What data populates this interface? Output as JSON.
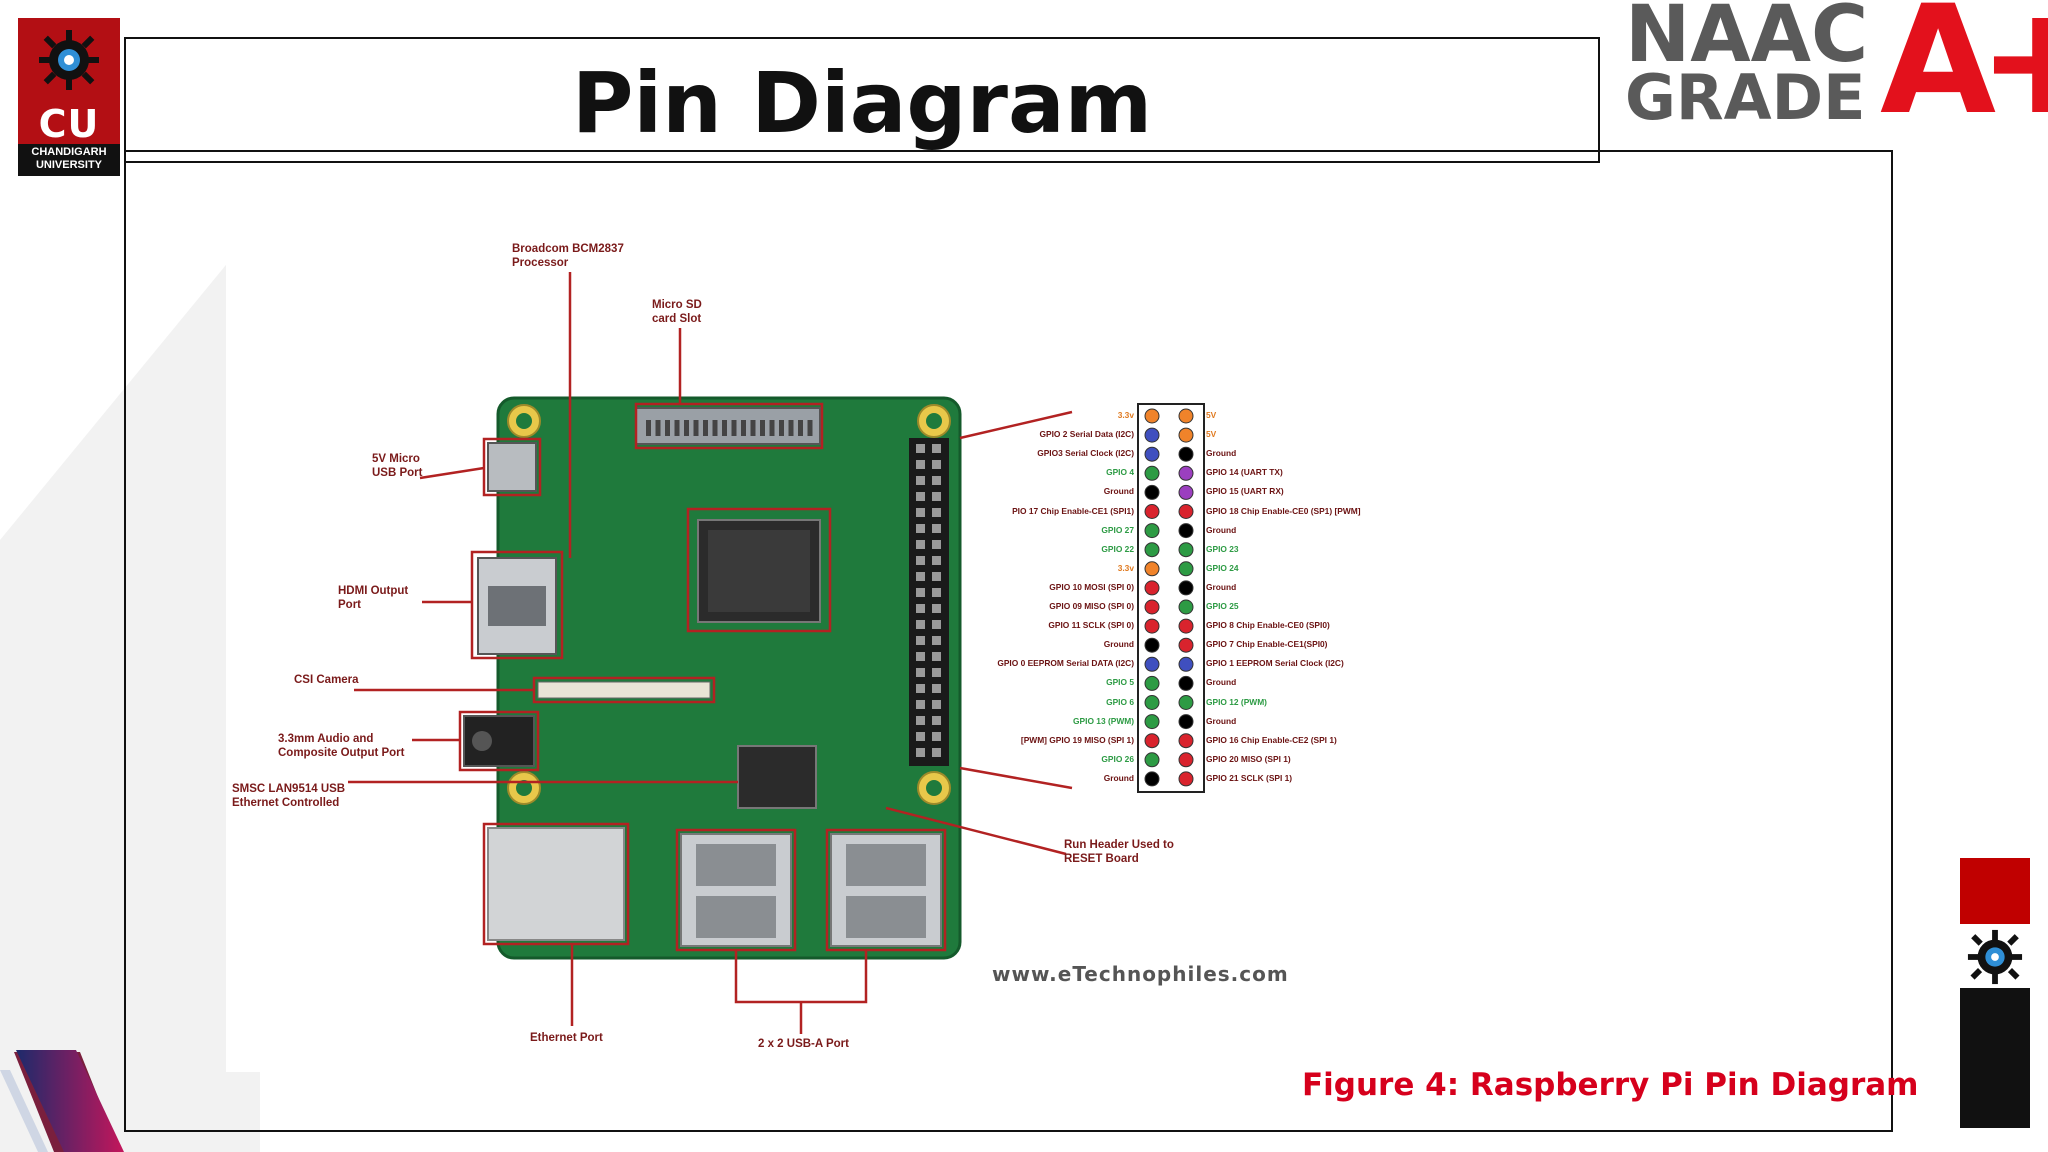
{
  "slide": {
    "title": "Pin Diagram",
    "caption": "Figure 4: Raspberry Pi Pin Diagram"
  },
  "logos": {
    "cu_main": "CU",
    "cu_sub": "CHANDIGARH UNIVERSITY",
    "naac_line1": "NAAC",
    "naac_line2": "GRADE",
    "grade": "A+"
  },
  "diagram": {
    "callouts": {
      "processor": "Broadcom BCM2837 Processor",
      "microsd": "Micro SD card Slot",
      "usb_power": "5V Micro USB Port",
      "hdmi": "HDMI Output Port",
      "csi": "CSI Camera",
      "audio": "3.3mm Audio and Composite Output Port",
      "ethernet_ctrl": "SMSC LAN9514 USB Ethernet Controlled",
      "ethernet_port": "Ethernet Port",
      "usb_ports": "2 x 2 USB-A Port",
      "run_header": "Run Header Used to RESET Board"
    },
    "watermark": "www.eTechnophiles.com",
    "pins_left": [
      {
        "label": "3.3v",
        "color": "#f0832a"
      },
      {
        "label": "GPIO 2 Serial Data (I2C)",
        "color": "#3f4fbf"
      },
      {
        "label": "GPIO3 Serial Clock (I2C)",
        "color": "#3f4fbf"
      },
      {
        "label": "GPIO 4",
        "color": "#2d9b44"
      },
      {
        "label": "Ground",
        "color": "#000000"
      },
      {
        "label": "PIO 17 Chip Enable-CE1 (SPI1)",
        "color": "#d9232d"
      },
      {
        "label": "GPIO 27",
        "color": "#2d9b44"
      },
      {
        "label": "GPIO 22",
        "color": "#2d9b44"
      },
      {
        "label": "3.3v",
        "color": "#f0832a"
      },
      {
        "label": "GPIO 10 MOSI (SPI 0)",
        "color": "#d9232d"
      },
      {
        "label": "GPIO 09 MISO (SPI 0)",
        "color": "#d9232d"
      },
      {
        "label": "GPIO 11 SCLK (SPI 0)",
        "color": "#d9232d"
      },
      {
        "label": "Ground",
        "color": "#000000"
      },
      {
        "label": "GPIO 0 EEPROM Serial DATA (I2C)",
        "color": "#3f4fbf"
      },
      {
        "label": "GPIO 5",
        "color": "#2d9b44"
      },
      {
        "label": "GPIO 6",
        "color": "#2d9b44"
      },
      {
        "label": "GPIO 13 (PWM)",
        "color": "#2d9b44"
      },
      {
        "label": "[PWM] GPIO 19 MISO (SPI 1)",
        "color": "#d9232d"
      },
      {
        "label": "GPIO 26",
        "color": "#2d9b44"
      },
      {
        "label": "Ground",
        "color": "#000000"
      }
    ],
    "pins_right": [
      {
        "label": "5V",
        "color": "#f0832a"
      },
      {
        "label": "5V",
        "color": "#f0832a"
      },
      {
        "label": "Ground",
        "color": "#000000"
      },
      {
        "label": "GPIO 14 (UART TX)",
        "color": "#9b3fbf"
      },
      {
        "label": "GPIO 15 (UART RX)",
        "color": "#9b3fbf"
      },
      {
        "label": "GPIO 18 Chip Enable-CE0 (SP1) [PWM]",
        "color": "#d9232d"
      },
      {
        "label": "Ground",
        "color": "#000000"
      },
      {
        "label": "GPIO 23",
        "color": "#2d9b44"
      },
      {
        "label": "GPIO 24",
        "color": "#2d9b44"
      },
      {
        "label": "Ground",
        "color": "#000000"
      },
      {
        "label": "GPIO 25",
        "color": "#2d9b44"
      },
      {
        "label": "GPIO 8 Chip Enable-CE0 (SPI0)",
        "color": "#d9232d"
      },
      {
        "label": "GPIO 7 Chip Enable-CE1(SPI0)",
        "color": "#d9232d"
      },
      {
        "label": "GPIO 1 EEPROM Serial Clock (I2C)",
        "color": "#3f4fbf"
      },
      {
        "label": "Ground",
        "color": "#000000"
      },
      {
        "label": "GPIO 12 (PWM)",
        "color": "#2d9b44"
      },
      {
        "label": "Ground",
        "color": "#000000"
      },
      {
        "label": "GPIO 16 Chip Enable-CE2 (SPI 1)",
        "color": "#d9232d"
      },
      {
        "label": "GPIO 20 MISO (SPI 1)",
        "color": "#d9232d"
      },
      {
        "label": "GPIO 21 SCLK (SPI 1)",
        "color": "#d9232d"
      }
    ]
  },
  "colors": {
    "accent_red": "#d6001c",
    "brand_red": "#b30f14",
    "board_green": "#1f7a3c"
  }
}
